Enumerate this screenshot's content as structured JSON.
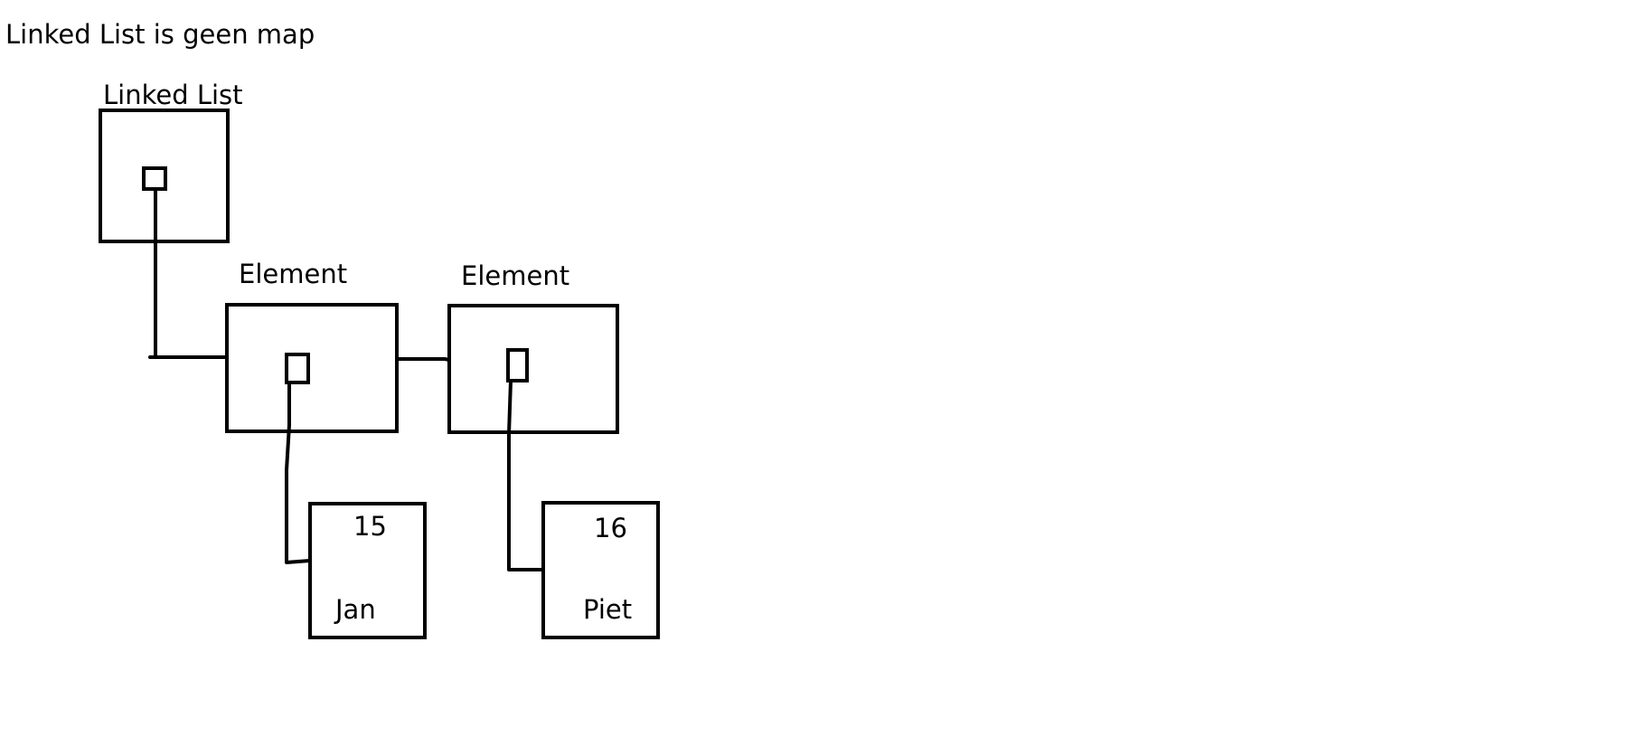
{
  "title": "Linked List is geen map",
  "linked_list": {
    "label": "Linked List"
  },
  "elements": [
    {
      "label": "Element"
    },
    {
      "label": "Element"
    }
  ],
  "records": [
    {
      "number": "15",
      "name": "Jan"
    },
    {
      "number": "16",
      "name": "Piet"
    }
  ]
}
